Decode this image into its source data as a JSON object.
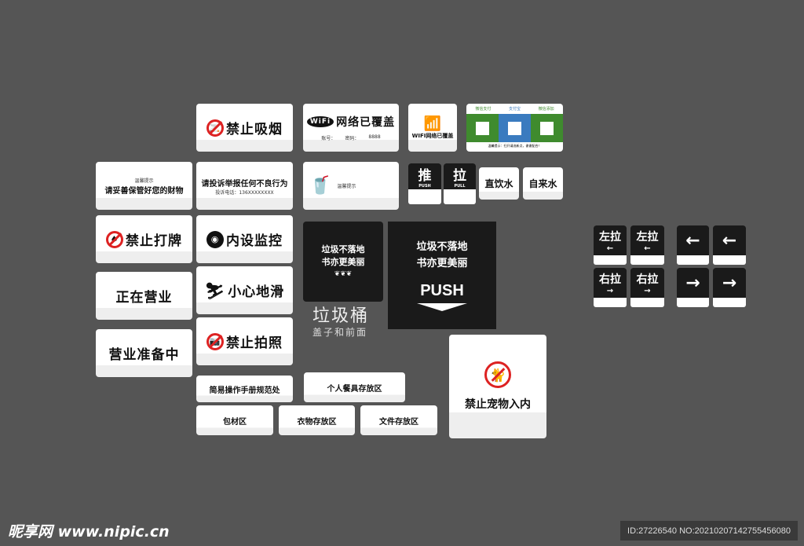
{
  "signs": {
    "no_smoking": "禁止吸烟",
    "wifi_covered": "网络已覆盖",
    "wifi_account": "账号：",
    "wifi_password": "密码：",
    "wifi_pw_value": "8888",
    "wifi_small": "WIFI网络已覆盖",
    "pay_wechat": "微信支付",
    "pay_alipay": "支付宝",
    "pay_wechat2": "微信添加",
    "pay_note": "温馨提示：扫开请选新点，谢谢配合！",
    "reminder_tag": "温馨提示",
    "reminder": "请妥善保管好您的财物",
    "complaint": "请投诉举报任何不良行为",
    "complaint_phone": "投诉电话：136XXXXXXXX",
    "cartoon_note": "温馨提示",
    "push_cn": "推",
    "push_en": "PUSH",
    "pull_cn": "拉",
    "pull_en": "PULL",
    "drinking_water": "直饮水",
    "tap_water": "自来水",
    "no_cards": "禁止打牌",
    "cctv": "内设监控",
    "open": "正在营业",
    "slippery": "小心地滑",
    "preparing": "营业准备中",
    "no_photo": "禁止拍照",
    "trash_line1": "垃圾不落地",
    "trash_line2": "书亦更美丽",
    "trash_title": "垃圾桶",
    "trash_sub": "盖子和前面",
    "big_push": "PUSH",
    "no_pets": "禁止宠物入内",
    "manual": "简易操作手册规范处",
    "tableware": "个人餐具存放区",
    "packaging": "包材区",
    "clothes": "衣物存放区",
    "documents": "文件存放区",
    "pull_left": "左拉",
    "pull_right": "右拉",
    "arrow_left": "←",
    "arrow_right": "→"
  },
  "colors": {
    "wechat": "#3f8b2e",
    "alipay": "#3a7bbf",
    "no_sign": "#d22222"
  },
  "watermark": {
    "logo": "昵享网 www.nipic.cn",
    "id": "ID:27226540 NO:20210207142755456080"
  }
}
